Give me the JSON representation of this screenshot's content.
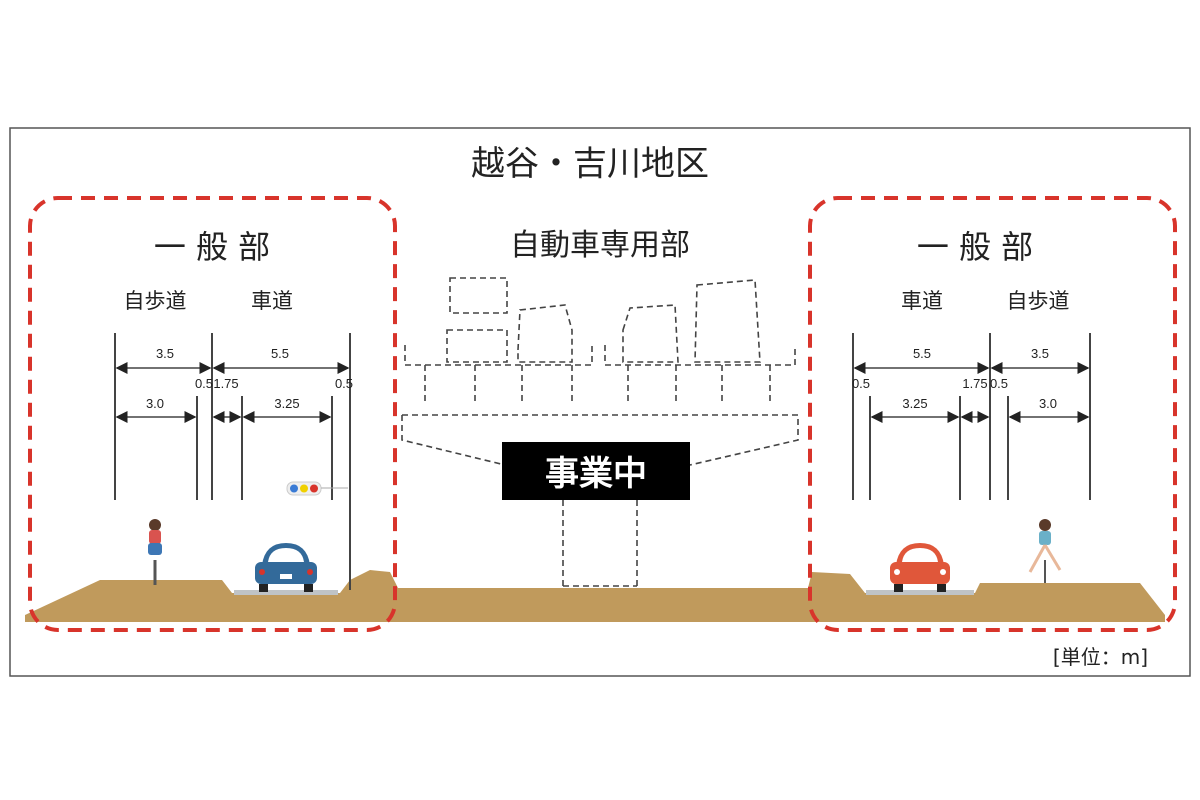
{
  "title": "越谷・吉川地区",
  "left": {
    "heading": "一 般 部",
    "col1": "自歩道",
    "col2": "車道",
    "dims_top": [
      "3.5",
      "5.5"
    ],
    "dims_bottom": [
      "3.0",
      "0.5",
      "1.75",
      "3.25",
      "0.5"
    ]
  },
  "center": {
    "heading": "自動車専用部",
    "status": "事業中"
  },
  "right": {
    "heading": "一 般 部",
    "col1": "車道",
    "col2": "自歩道",
    "dims_top": [
      "5.5",
      "3.5"
    ],
    "dims_bottom": [
      "0.5",
      "3.25",
      "1.75",
      "0.5",
      "3.0"
    ]
  },
  "unit": "[単位：m]",
  "colors": {
    "ground": "#c09a5c",
    "frame_dash": "#d8342b",
    "car_left": "#336a9a",
    "car_right": "#e0573a"
  }
}
